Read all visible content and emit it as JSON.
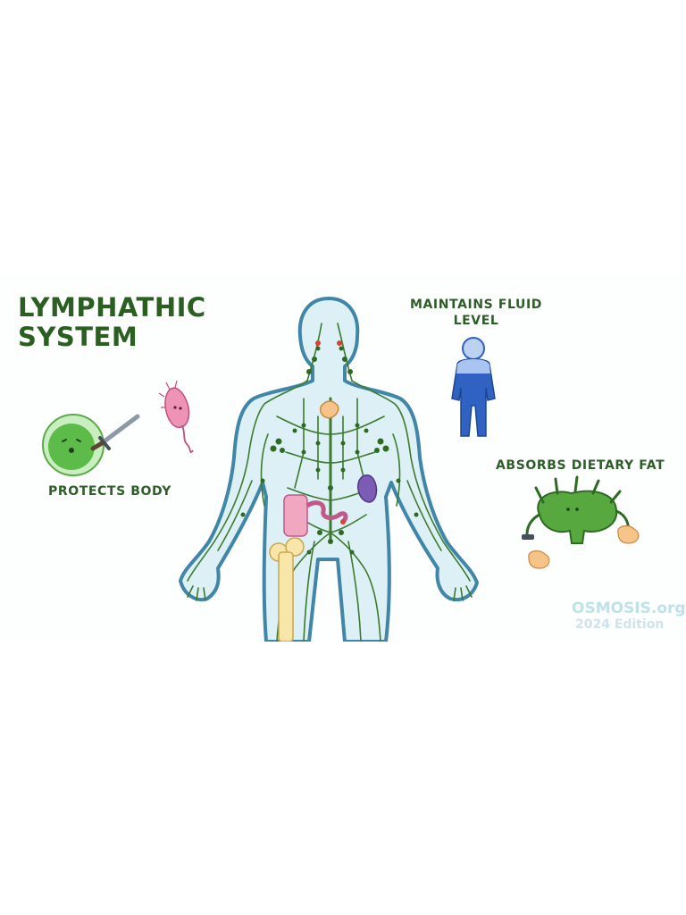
{
  "title_line1": "LYMPHATHIC",
  "title_line2": "SYSTEM",
  "labels": {
    "maintains_line1": "MAINTAINS FLUID",
    "maintains_line2": "LEVEL",
    "protects": "PROTECTS BODY",
    "absorbs": "ABSORBS DIETARY FAT"
  },
  "logo": {
    "brand": "OSMOSIS.org",
    "edition": "2024 Edition"
  },
  "icons": [
    "lymphocyte-icon",
    "sword-icon",
    "bacterium-icon",
    "person-icon",
    "lacteal-villus-icon",
    "fat-droplet-icon",
    "human-body-lymph-icon"
  ],
  "colors": {
    "title": "#2b5f22",
    "lymph_vessels": "#3c7a2e",
    "body_outline": "#3f86a8",
    "body_fill": "#d8eef5",
    "person": "#2f62c2",
    "lymphocyte": "#6cc35a"
  }
}
